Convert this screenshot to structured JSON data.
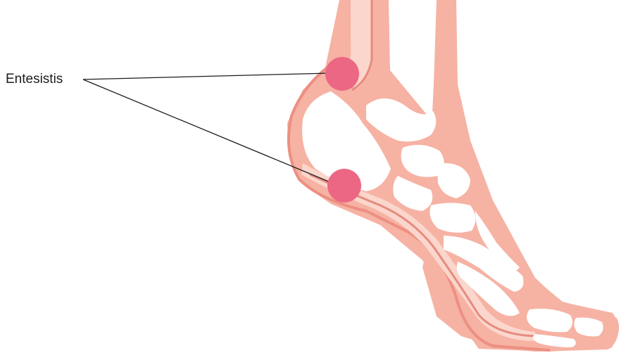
{
  "diagram": {
    "callout_label": "Entesistis",
    "colors": {
      "background": "#ffffff",
      "soft_tissue": "#f6b2a3",
      "tissue_outline": "#ec8f82",
      "tendon": "#fbd6cc",
      "tendon_line": "#e58b7e",
      "bone": "#ffffff",
      "inflammation_marker": "#ec6783",
      "leader_line": "#1c1c1c",
      "label_text": "#1c1c1c"
    },
    "markers": [
      {
        "name": "achilles-insertion-marker"
      },
      {
        "name": "plantar-fascia-insertion-marker"
      }
    ]
  }
}
